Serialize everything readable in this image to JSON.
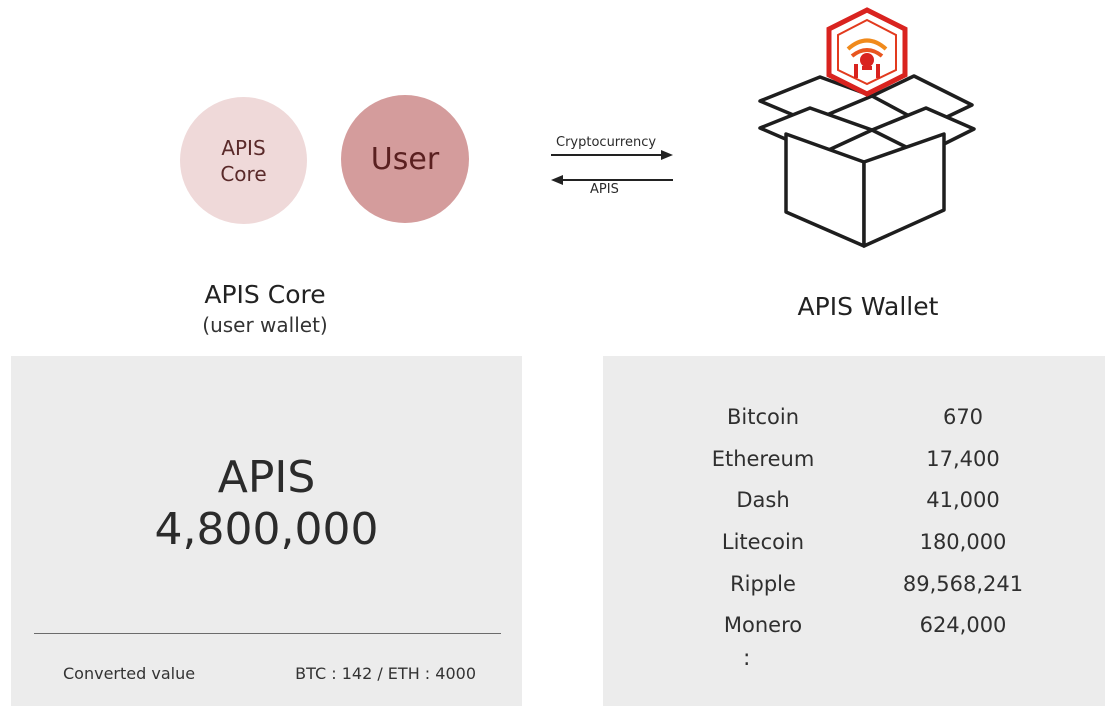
{
  "core_circle": {
    "label": "APIS\nCore"
  },
  "user_circle": {
    "label": "User"
  },
  "arrows": {
    "to_wallet_label": "Cryptocurrency",
    "to_user_label": "APIS"
  },
  "captions": {
    "core_title": "APIS Core",
    "core_subtitle": "(user wallet)",
    "wallet_title": "APIS Wallet"
  },
  "core_panel": {
    "token": "APIS",
    "amount": "4,800,000",
    "converted_label": "Converted value",
    "converted_value": "BTC : 142 / ETH : 4000"
  },
  "wallet_panel": {
    "items": [
      {
        "name": "Bitcoin",
        "value": "670"
      },
      {
        "name": "Ethereum",
        "value": "17,400"
      },
      {
        "name": "Dash",
        "value": "41,000"
      },
      {
        "name": "Litecoin",
        "value": "180,000"
      },
      {
        "name": "Ripple",
        "value": "89,568,241"
      },
      {
        "name": "Monero",
        "value": "624,000"
      }
    ],
    "more": ":"
  },
  "colors": {
    "core_circle": "#efd9d9",
    "user_circle": "#d49c9c",
    "panel_bg": "#ececec",
    "logo_red": "#d9231f",
    "logo_orange": "#f08a1c"
  },
  "icons": {
    "wallet": "open-box-icon",
    "logo": "apis-eye-logo-icon"
  }
}
